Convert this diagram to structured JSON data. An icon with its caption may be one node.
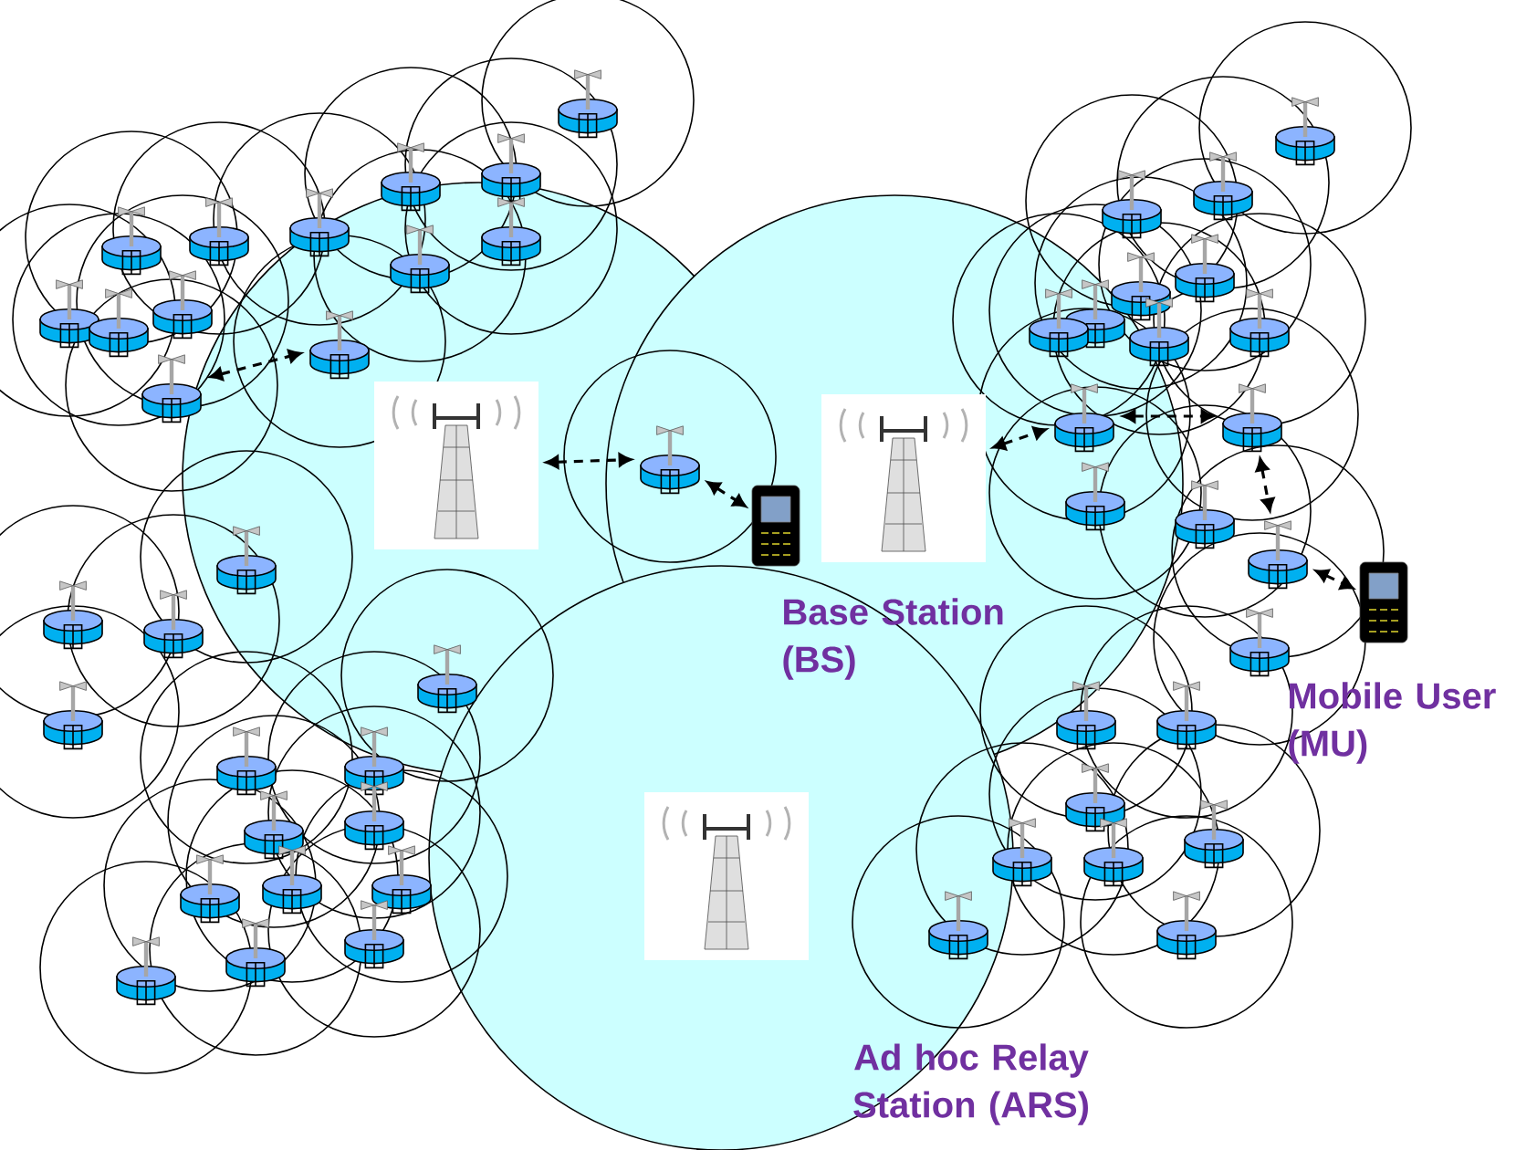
{
  "diagram": {
    "nodes": [
      {
        "text": [],
        "shape": "picture"
      },
      {
        "text": [],
        "shape": "picture"
      },
      {
        "text": [],
        "shape": "picture"
      },
      {
        "text": [],
        "shape": "picture"
      },
      {
        "text": [],
        "shape": "picture"
      },
      {
        "text": [],
        "shape": "picture"
      },
      {
        "text": [],
        "shape": "picture"
      },
      {
        "text": [],
        "shape": "picture"
      },
      {
        "text": [],
        "shape": "picture"
      },
      {
        "text": [],
        "shape": "picture"
      }
    ],
    "edges": [
      {
        "from": 0,
        "to": 1,
        "arrow": "both",
        "style": "dashed"
      },
      {
        "from": 2,
        "to": 3,
        "arrow": "both",
        "style": "dashed"
      },
      {
        "from": 3,
        "to": 4,
        "arrow": "both",
        "style": "dashed"
      },
      {
        "from": 5,
        "to": 6,
        "arrow": "both",
        "style": "dashed"
      },
      {
        "from": 6,
        "to": 7,
        "arrow": "both",
        "style": "dashed"
      },
      {
        "from": 7,
        "to": 8,
        "arrow": "both",
        "style": "dashed"
      },
      {
        "from": 8,
        "to": 9,
        "arrow": "both",
        "style": "dashed"
      }
    ],
    "labels": [
      "Base Station (BS)",
      "Mobile User (MU)",
      "Ad hoc Relay Station (ARS)"
    ]
  }
}
